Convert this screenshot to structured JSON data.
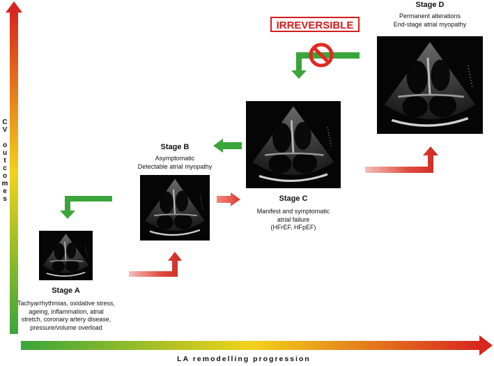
{
  "axes": {
    "y_label": "CV outcomes",
    "x_label": "LA remodelling progression"
  },
  "colors": {
    "green": "#3aa53a",
    "yellow": "#f2d21a",
    "red": "#d7261e"
  },
  "irreversible_label": "IRREVERSIBLE",
  "stages": {
    "a": {
      "title": "Stage A",
      "lines": [
        "Tachyarrhythmias, oxidative stress,",
        "ageing, inflammation, atrial",
        "stretch, coronary artery disease,",
        "pressure/volume overload"
      ]
    },
    "b": {
      "title": "Stage B",
      "lines": [
        "Asymptomatic",
        "Detectable atrial myopathy"
      ]
    },
    "c": {
      "title": "Stage C",
      "lines": [
        "Manifest and symptomatic",
        "atrial failure",
        "(HFrEF, HFpEF)"
      ]
    },
    "d": {
      "title": "Stage D",
      "lines": [
        "Permanent alterations",
        "End-stage atrial myopathy"
      ]
    }
  },
  "icons": {
    "forward": "red-step-arrow-icon",
    "regression": "green-step-arrow-icon",
    "blocked": "no-entry-icon"
  }
}
